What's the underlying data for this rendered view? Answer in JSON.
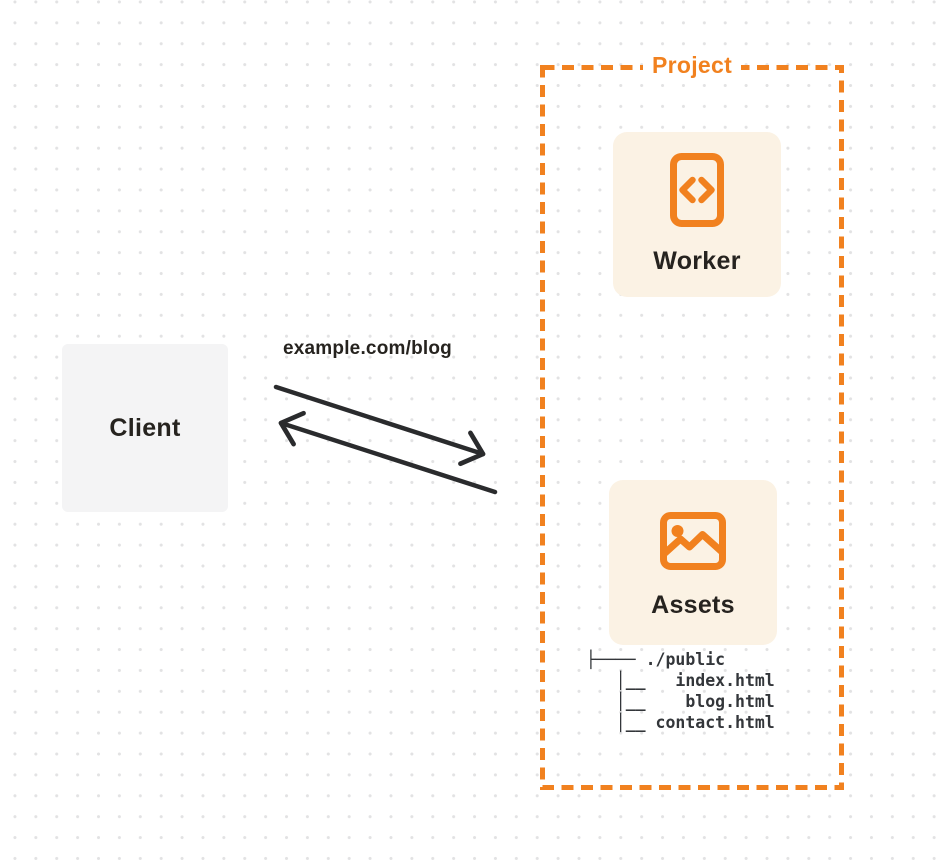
{
  "client": {
    "label": "Client"
  },
  "request": {
    "url_label": "example.com/blog"
  },
  "project": {
    "title": "Project",
    "worker": {
      "label": "Worker",
      "icon": "code-file-icon"
    },
    "assets": {
      "label": "Assets",
      "icon": "image-icon",
      "file_tree": {
        "root": "./public",
        "files": [
          "index.html",
          "blog.html",
          "contact.html"
        ],
        "lines": [
          "├──── ./public",
          "   │__   index.html",
          "   │__    blog.html",
          "   │__ contact.html"
        ]
      }
    }
  },
  "colors": {
    "accent_orange": "#F1811F",
    "card_background": "#FBF2E4",
    "client_background": "#F4F4F5",
    "text_dark": "#26231F",
    "arrow_dark": "#2A2B2D"
  }
}
